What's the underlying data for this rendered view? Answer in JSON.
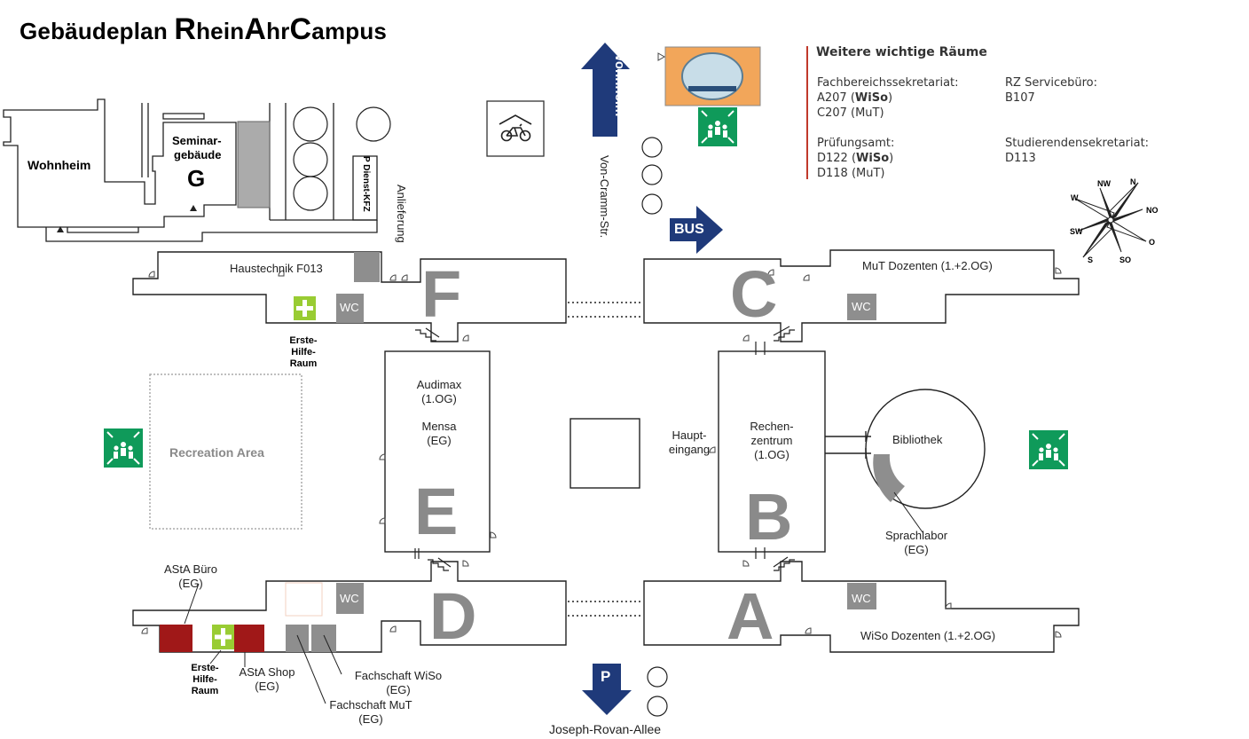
{
  "title": {
    "prefix": "Gebäudeplan ",
    "r": "R",
    "hein": "hein",
    "a": "A",
    "hr": "hr",
    "c": "C",
    "ampus": "ampus"
  },
  "buildings": {
    "a": "A",
    "b": "B",
    "c": "C",
    "d": "D",
    "e": "E",
    "f": "F",
    "g_line1": "Seminar-",
    "g_line2": "gebäude",
    "g_letter": "G",
    "wohnheim": "Wohnheim"
  },
  "rooms": {
    "haustechnik": "Haustechnik F013",
    "wc": "WC",
    "erste_hilfe": [
      "Erste-",
      "Hilfe-",
      "Raum"
    ],
    "audimax": [
      "Audimax",
      "(1.OG)"
    ],
    "mensa": [
      "Mensa",
      "(EG)"
    ],
    "rechenzentrum": [
      "Rechen-",
      "zentrum",
      "(1.OG)"
    ],
    "haupteingang": [
      "Haupt-",
      "eingang"
    ],
    "bibliothek": "Bibliothek",
    "sprachlabor": [
      "Sprachlabor",
      "(EG)"
    ],
    "mut_dozenten": "MuT Dozenten (1.+2.OG)",
    "wiso_dozenten": "WiSo Dozenten (1.+2.OG)",
    "recreation": "Recreation Area",
    "asta_buero": [
      "AStA Büro",
      "(EG)"
    ],
    "asta_shop": [
      "AStA Shop",
      "(EG)"
    ],
    "fachschaft_wiso": [
      "Fachschaft WiSo",
      "(EG)"
    ],
    "fachschaft_mut": [
      "Fachschaft MuT",
      "(EG)"
    ]
  },
  "streets": {
    "von_cramm": "Von-Cramm-Str.",
    "joseph_rovan": "Joseph-Rovan-Allee",
    "anlieferung": "Anlieferung",
    "dienst_kfz": "P Dienst-KFZ"
  },
  "signs": {
    "wohnheim_arrow": "Wohnheim",
    "bus": "BUS",
    "parking": "P",
    "first_aid_symbol": "+"
  },
  "compass": {
    "n": "N",
    "nw": "NW",
    "w": "W",
    "sw": "SW",
    "s": "S",
    "so": "SO",
    "o": "O",
    "no": "NO"
  },
  "info_box": {
    "title": "Weitere wichtige Räume",
    "fachbereich_label": "Fachbereichssekretariat:",
    "fachbereich_room1": "A207 (",
    "fachbereich_room1_bold": "WiSo",
    "fachbereich_room1_end": ")",
    "fachbereich_room2": "C207 (MuT)",
    "pruefung_label": "Prüfungsamt:",
    "pruefung_room1": "D122 (",
    "pruefung_room1_bold": "WiSo",
    "pruefung_room1_end": ")",
    "pruefung_room2": "D118 (MuT)",
    "rz_label": "RZ Servicebüro:",
    "rz_room": "B107",
    "studierenden_label": "Studierendensekretariat:",
    "studierenden_room": "D113"
  },
  "colors": {
    "building_gray": "#8a8a8a",
    "navy": "#1f3a7a",
    "green": "#0f9a5a",
    "first_aid_green": "#99cc33",
    "asta_red": "#a01818",
    "room_gray": "#8e8e8e",
    "info_rule": "#c0392b"
  }
}
